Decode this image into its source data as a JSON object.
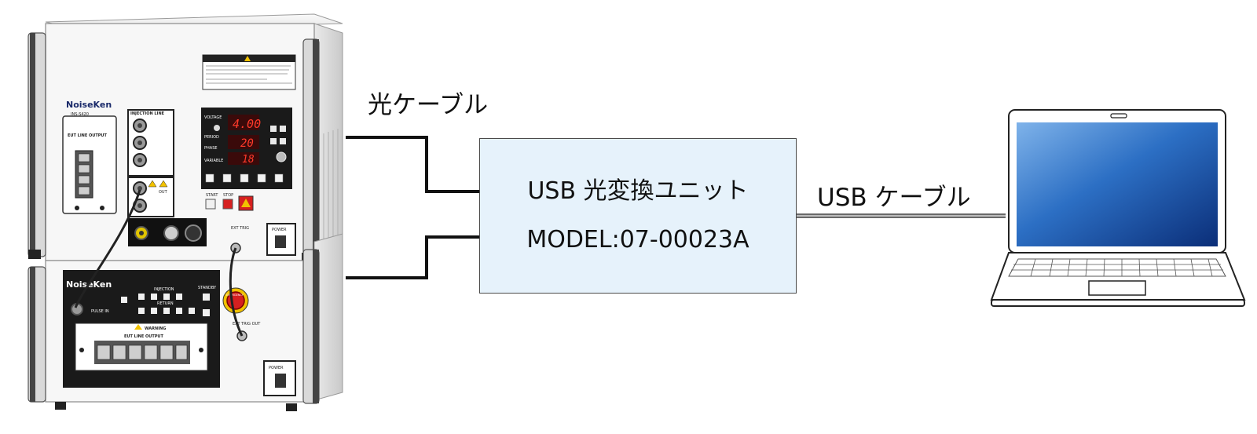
{
  "labels": {
    "optical_cable": "光ケーブル",
    "usb_cable": "USB ケーブル"
  },
  "converter": {
    "title": "USB 光変換ユニット",
    "model": "MODEL:07-00023A"
  },
  "upper_unit": {
    "brand": "NoiseKen",
    "model": "INS-S420",
    "injection_line": "INJECTION LINE",
    "voltage": "VOLTAGE",
    "period": "PERIOD",
    "phase": "PHASE",
    "variable": "VARIABLE",
    "voltage_display": "4.00",
    "period_display": "20",
    "variable_display": "18",
    "start": "START",
    "stop": "STOP",
    "power": "POWER",
    "eut_line_output": "EUT LINE OUTPUT",
    "ext_trig": "EXT TRIG",
    "out": "OUT"
  },
  "lower_unit": {
    "brand": "NoiseKen",
    "injection": "INJECTION",
    "return": "RETURN",
    "warning": "WARNING",
    "eut_line_output": "EUT LINE OUTPUT",
    "standby": "STANDBY",
    "power": "POWER",
    "ext_trig_out": "EXT TRIG OUT",
    "pulse_in": "PULSE IN",
    "emergency": "EMERGENCY"
  },
  "colors": {
    "converter_fill": "#e6f2fb",
    "cable": "#111111",
    "laptop_screen": "#1f5fb5",
    "led": "#ff3a2a",
    "emergency_button": "#d62020"
  }
}
